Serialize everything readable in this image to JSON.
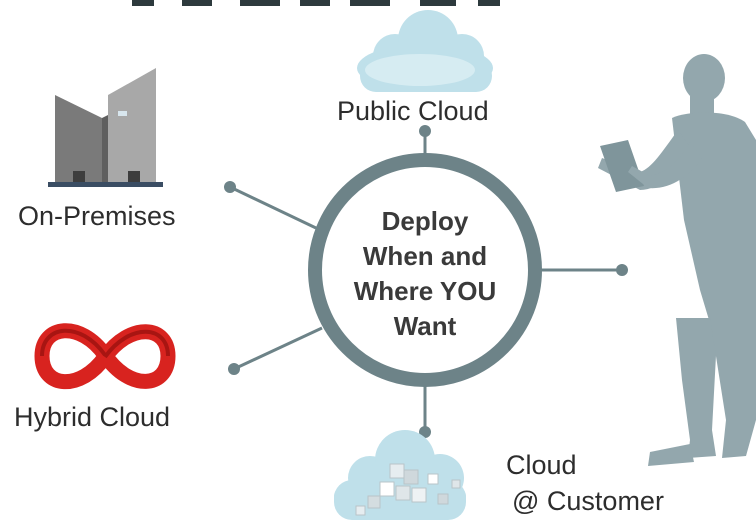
{
  "hub": {
    "lines": [
      "Deploy",
      "When and",
      "Where YOU",
      "Want"
    ]
  },
  "nodes": {
    "public_cloud": "Public Cloud",
    "on_premises": "On-Premises",
    "hybrid_cloud": "Hybrid Cloud",
    "cloud_customer_line1": "Cloud",
    "cloud_customer_line2": "@ Customer"
  },
  "icons": {
    "public_cloud": "cloud-icon",
    "on_premises": "building-icon",
    "hybrid_cloud": "infinity-icon",
    "cloud_customer": "cloud-cubes-icon",
    "person": "person-with-tablet-silhouette"
  },
  "colors": {
    "hub_ring": "#6d8388",
    "connector": "#6d8388",
    "cloud": "#bfe0ea",
    "infinity": "#d8231f",
    "building_dark": "#7a7a7a",
    "building_light": "#a8a8a8",
    "person": "#93a7ad"
  }
}
